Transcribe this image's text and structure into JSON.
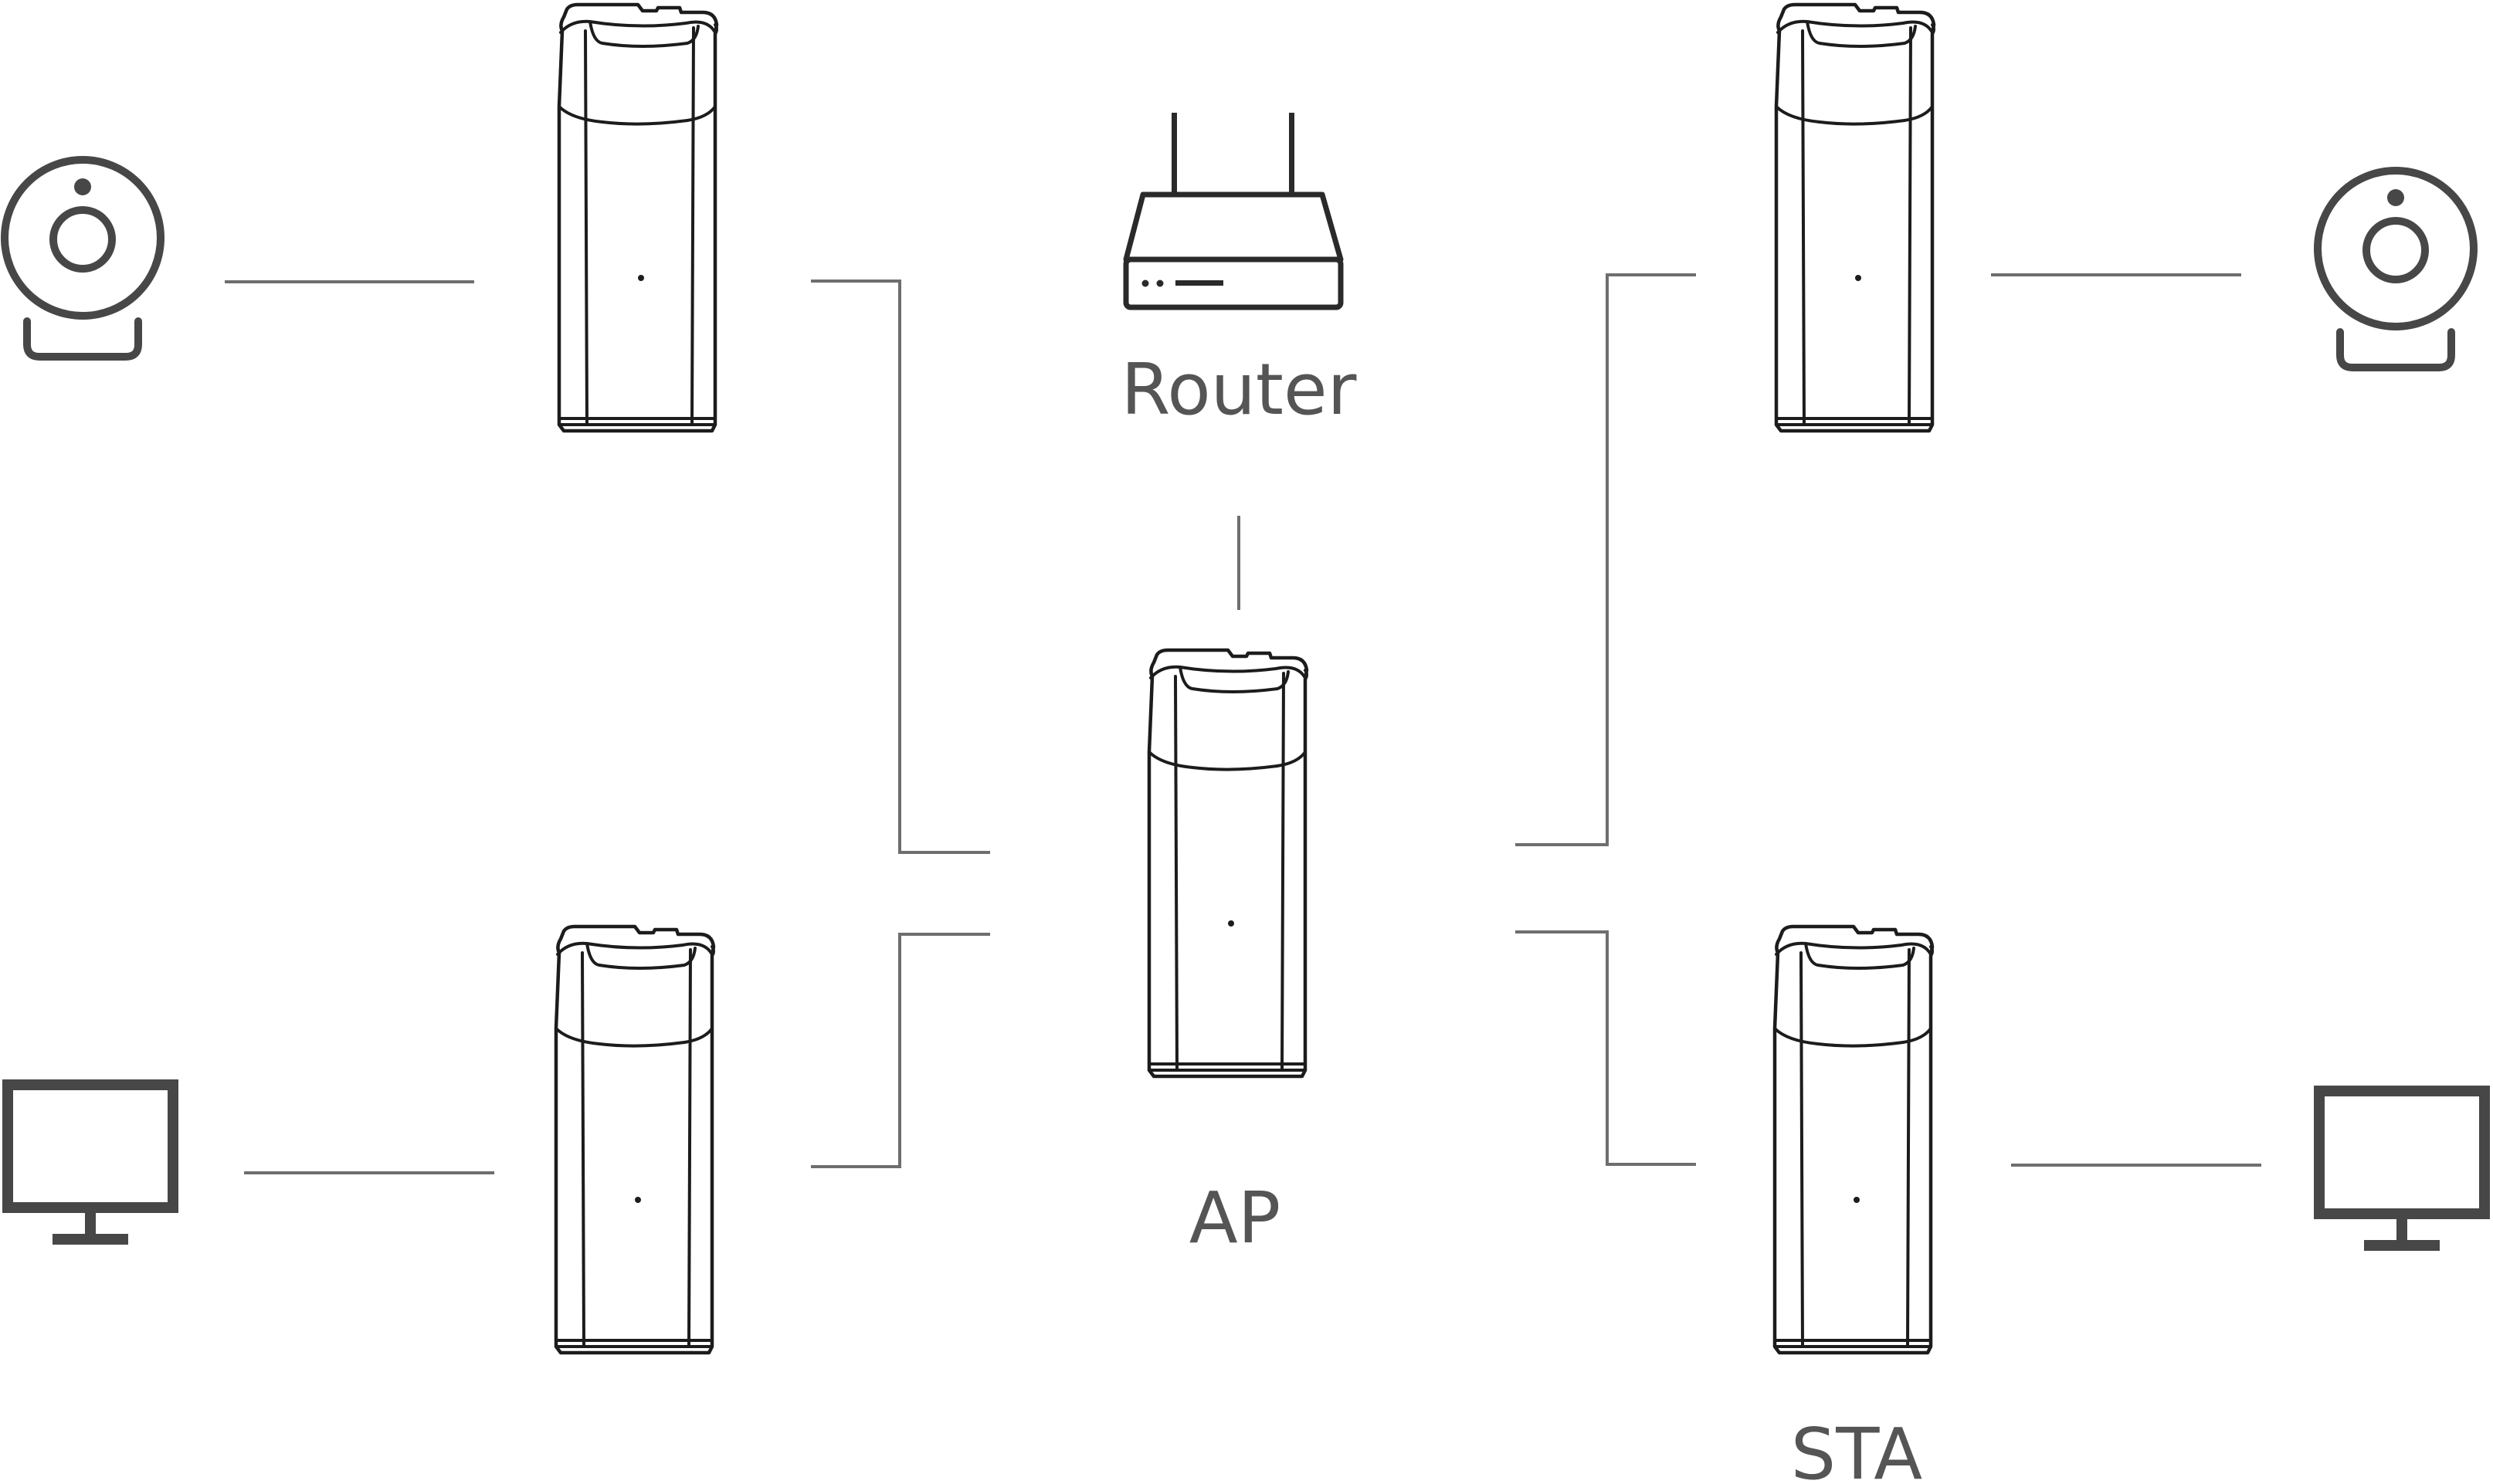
{
  "labels": {
    "router": "Router",
    "ap": "AP",
    "sta": "STA"
  },
  "colors": {
    "background": "#ffffff",
    "line": "#6e6e6e",
    "device_outline": "#1c1c1c",
    "icon": "#474747",
    "label": "#555555"
  },
  "nodes": [
    {
      "id": "router",
      "icon": "router-icon"
    },
    {
      "id": "ap",
      "icon": "ap-tower-icon"
    },
    {
      "id": "sta-top-left",
      "icon": "sta-tower-icon"
    },
    {
      "id": "sta-bottom-left",
      "icon": "sta-tower-icon"
    },
    {
      "id": "sta-top-right",
      "icon": "sta-tower-icon"
    },
    {
      "id": "sta-bottom-right",
      "icon": "sta-tower-icon"
    },
    {
      "id": "camera-left",
      "icon": "webcam-icon"
    },
    {
      "id": "camera-right",
      "icon": "webcam-icon"
    },
    {
      "id": "monitor-left",
      "icon": "monitor-icon"
    },
    {
      "id": "monitor-right",
      "icon": "monitor-icon"
    }
  ],
  "edges": [
    {
      "from": "camera-left",
      "to": "sta-top-left"
    },
    {
      "from": "sta-top-left",
      "to": "ap"
    },
    {
      "from": "monitor-left",
      "to": "sta-bottom-left"
    },
    {
      "from": "sta-bottom-left",
      "to": "ap"
    },
    {
      "from": "router",
      "to": "ap"
    },
    {
      "from": "ap",
      "to": "sta-top-right"
    },
    {
      "from": "sta-top-right",
      "to": "camera-right"
    },
    {
      "from": "ap",
      "to": "sta-bottom-right"
    },
    {
      "from": "sta-bottom-right",
      "to": "monitor-right"
    }
  ]
}
